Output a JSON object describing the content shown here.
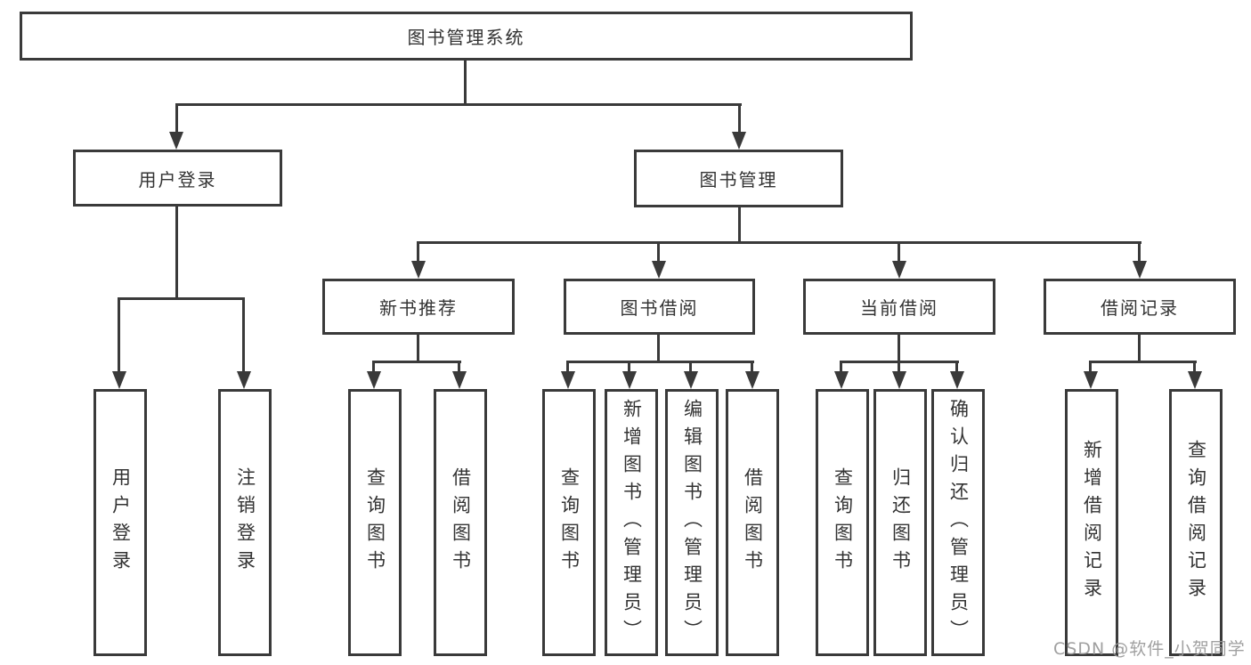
{
  "diagram_title": "图书管理系统",
  "colors": {
    "line": "#3a3a3a",
    "box_border": "#3a3a3a",
    "text": "#333333",
    "watermark": "#989898",
    "background": "#ffffff"
  },
  "nodes": {
    "root": "图书管理系统",
    "user_login": "用户登录",
    "book_mgmt": "图书管理",
    "new_books": "新书推荐",
    "book_borrow": "图书借阅",
    "current_borrow": "当前借阅",
    "borrow_records": "借阅记录",
    "leaf_user_login": "用户登录",
    "leaf_logout": "注销登录",
    "leaf_nb_query": "查询图书",
    "leaf_nb_borrow": "借阅图书",
    "leaf_bb_query": "查询图书",
    "leaf_bb_add": "新增图书（管理员）",
    "leaf_bb_edit": "编辑图书（管理员）",
    "leaf_bb_borrow": "借阅图书",
    "leaf_cb_query": "查询图书",
    "leaf_cb_return": "归还图书",
    "leaf_cb_confirm": "确认归还（管理员）",
    "leaf_br_add": "新增借阅记录",
    "leaf_br_query": "查询借阅记录"
  },
  "hierarchy": {
    "图书管理系统": {
      "用户登录": [
        "用户登录",
        "注销登录"
      ],
      "图书管理": {
        "新书推荐": [
          "查询图书",
          "借阅图书"
        ],
        "图书借阅": [
          "查询图书",
          "新增图书（管理员）",
          "编辑图书（管理员）",
          "借阅图书"
        ],
        "当前借阅": [
          "查询图书",
          "归还图书",
          "确认归还（管理员）"
        ],
        "借阅记录": [
          "新增借阅记录",
          "查询借阅记录"
        ]
      }
    }
  },
  "watermark": "CSDN @软件_小贺同学"
}
